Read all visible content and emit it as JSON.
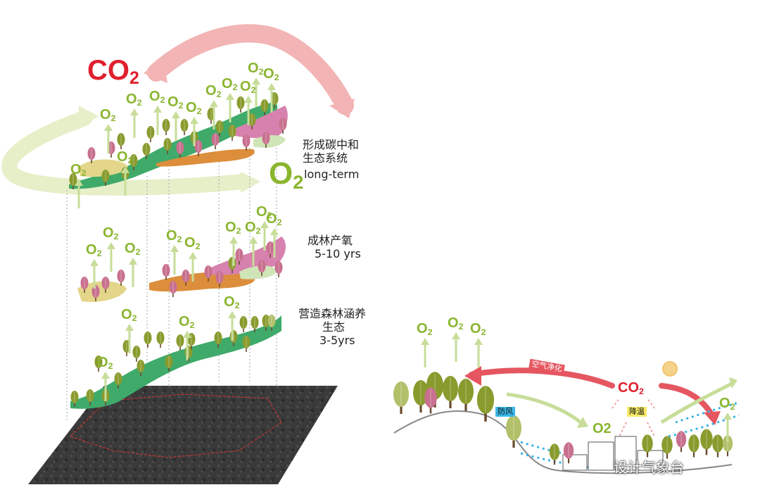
{
  "diagram": {
    "co2_main": {
      "base": "CO",
      "sub": "2"
    },
    "o2_big": {
      "base": "O",
      "sub": "2"
    },
    "o2": {
      "base": "O",
      "sub": "2"
    },
    "stages": [
      {
        "lines": [
          "形成碳中和",
          "生态系统"
        ],
        "extra": "long-term"
      },
      {
        "lines": [
          "成林产氧",
          "5-10 yrs"
        ]
      },
      {
        "lines": [
          "营造森林涵养",
          "生态",
          "3-5yrs"
        ]
      }
    ],
    "right_panel": {
      "air_purify": "空气净化",
      "windbreak": "防风",
      "cooling": "降温",
      "co2": {
        "base": "CO",
        "sub": "2"
      },
      "o2_plain": "O2"
    },
    "watermark": "设计气象台"
  },
  "colors": {
    "green_dark": "#3faa6a",
    "pink": "#d782ae",
    "orange": "#dc8e3c",
    "khaki": "#e3d68a",
    "o2_green": "#8ab52f",
    "co2_red": "#e0202e",
    "arrow_pink": "#f2b4b4",
    "arrow_pale_green": "#e6efc8"
  }
}
